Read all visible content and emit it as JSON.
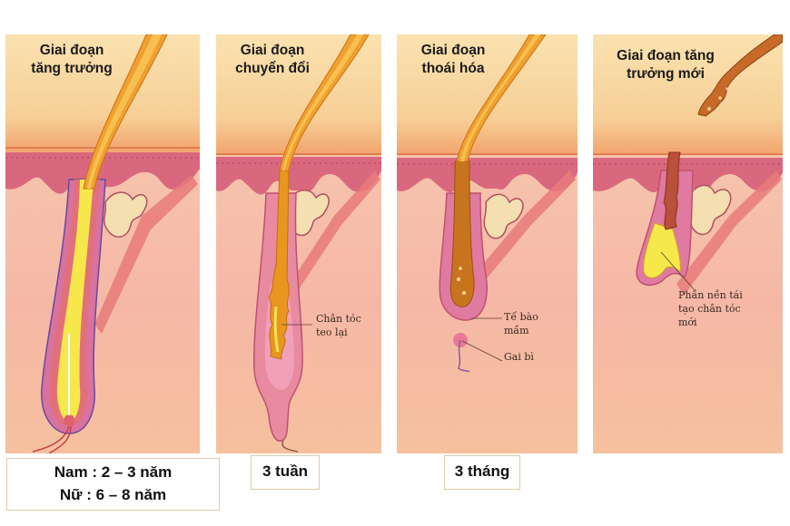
{
  "diagram": {
    "subject": "Hair growth cycle",
    "panels": [
      {
        "id": "anagen",
        "title_line1": "Giai đoạn",
        "title_line2": "tăng trưởng",
        "callouts": []
      },
      {
        "id": "catagen",
        "title_line1": "Giai đoạn",
        "title_line2": "chuyển đổi",
        "callouts": [
          {
            "line1": "Chân tóc",
            "line2": "teo lại"
          }
        ]
      },
      {
        "id": "telogen",
        "title_line1": "Giai đoạn",
        "title_line2": "thoái hóa",
        "callouts": [
          {
            "line1": "Tế bào",
            "line2": "mầm"
          },
          {
            "line1": "Gai bì",
            "line2": ""
          }
        ]
      },
      {
        "id": "new-anagen",
        "title_line1": "Giai đoạn tăng",
        "title_line2": "trưởng mới",
        "callouts": [
          {
            "line1": "Phần nền tái",
            "line2": "tạo chân tóc",
            "line3": "mới"
          }
        ]
      }
    ],
    "durations": [
      {
        "line1": "Nam : 2 – 3 năm",
        "line2": "Nữ : 6 – 8 năm"
      },
      {
        "line1": "3 tuần"
      },
      {
        "line1": "3 tháng"
      }
    ],
    "colors": {
      "sky": "#f9d9a6",
      "epidermis": "#d9687e",
      "dermis": "#f4b9a2",
      "hair_shaft": "#f0a030",
      "bulb_yellow": "#f6e84a",
      "follicle_pink": "#e07a96",
      "gland": "#f3dfb0",
      "box_border": "#e2c9a8"
    }
  }
}
